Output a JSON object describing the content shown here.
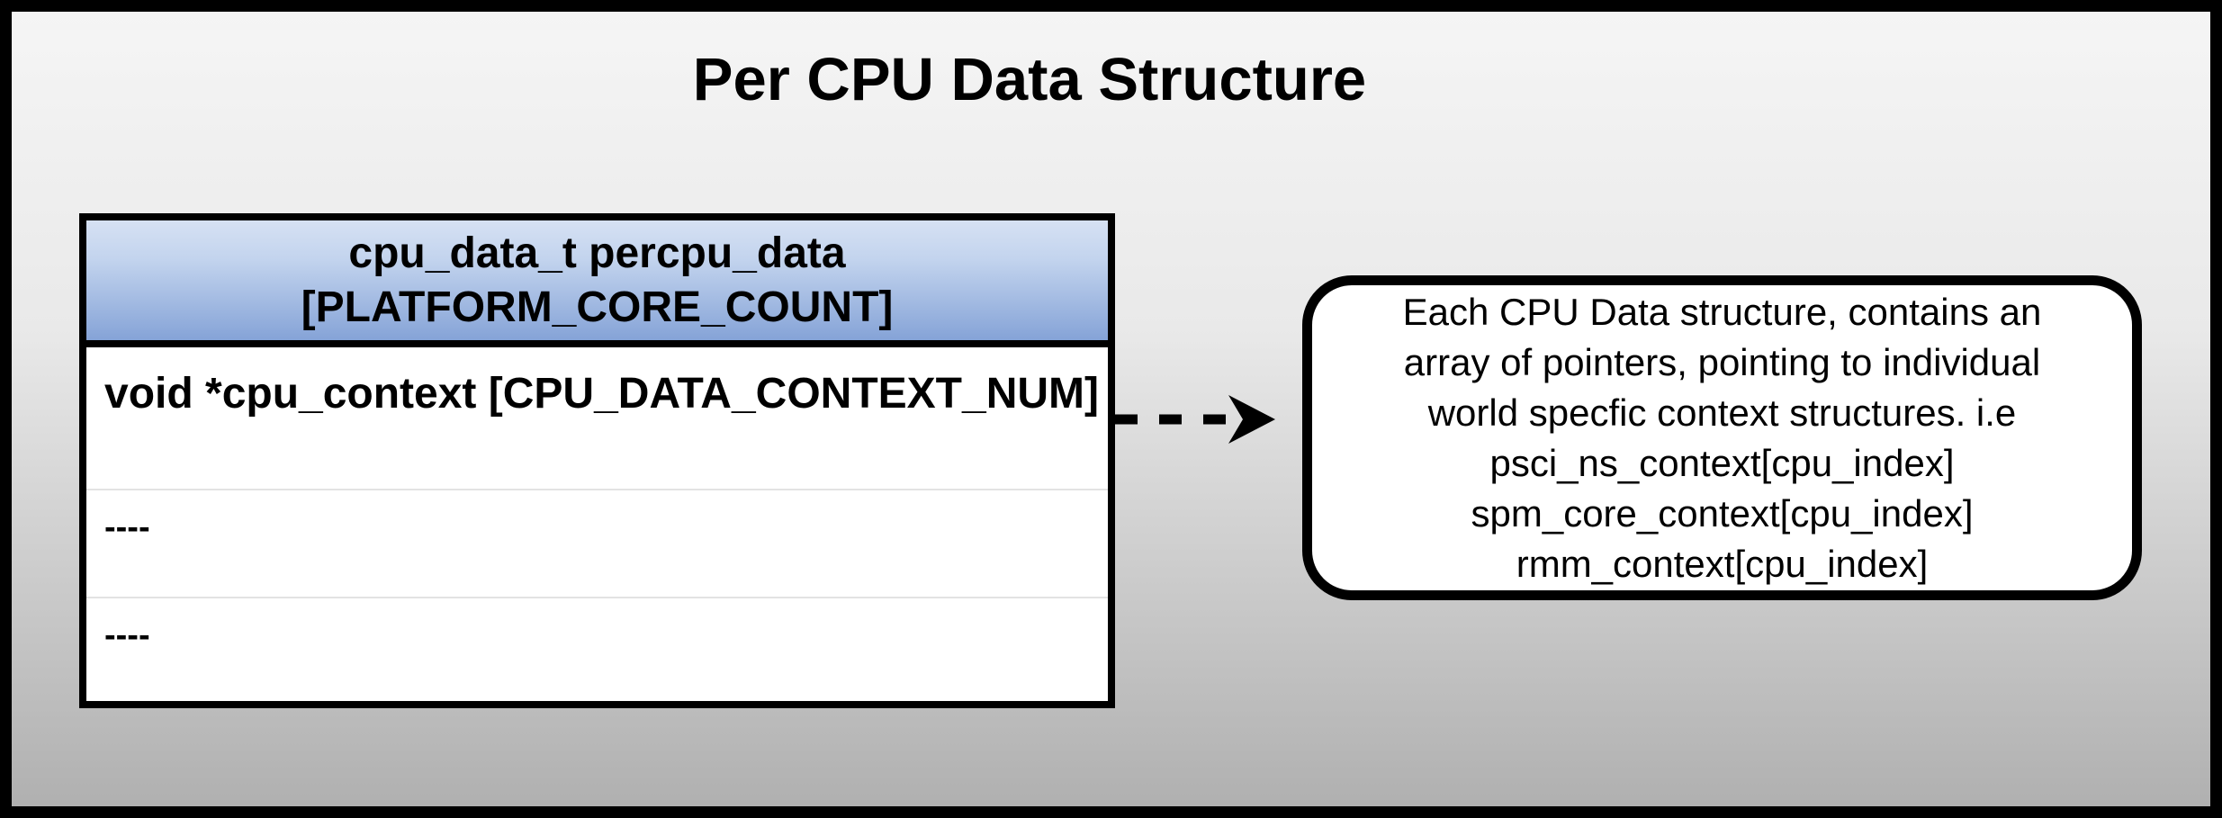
{
  "title": "Per CPU Data Structure",
  "table": {
    "header": {
      "line1": "cpu_data_t percpu_data",
      "line2": "[PLATFORM_CORE_COUNT]"
    },
    "rows": [
      {
        "label": "void *cpu_context [CPU_DATA_CONTEXT_NUM]"
      },
      {
        "label": "----"
      },
      {
        "label": "----"
      }
    ]
  },
  "arrow": {
    "icon": "dashed-right-arrow"
  },
  "callout": {
    "lines": [
      "Each CPU Data structure, contains an",
      "array of pointers, pointing to individual",
      "world specfic context structures. i.e",
      "psci_ns_context[cpu_index]",
      "spm_core_context[cpu_index]",
      "rmm_context[cpu_index]"
    ]
  },
  "colors": {
    "page_border": "#000000",
    "bg_top": "#f5f5f5",
    "bg_bottom": "#b0b0b0",
    "header_top": "#d6e1f3",
    "header_mid": "#c3d4ee",
    "header_bottom": "#85a3d7",
    "box_bg": "#ffffff",
    "divider": "#e3e3e3",
    "ink": "#000000"
  }
}
